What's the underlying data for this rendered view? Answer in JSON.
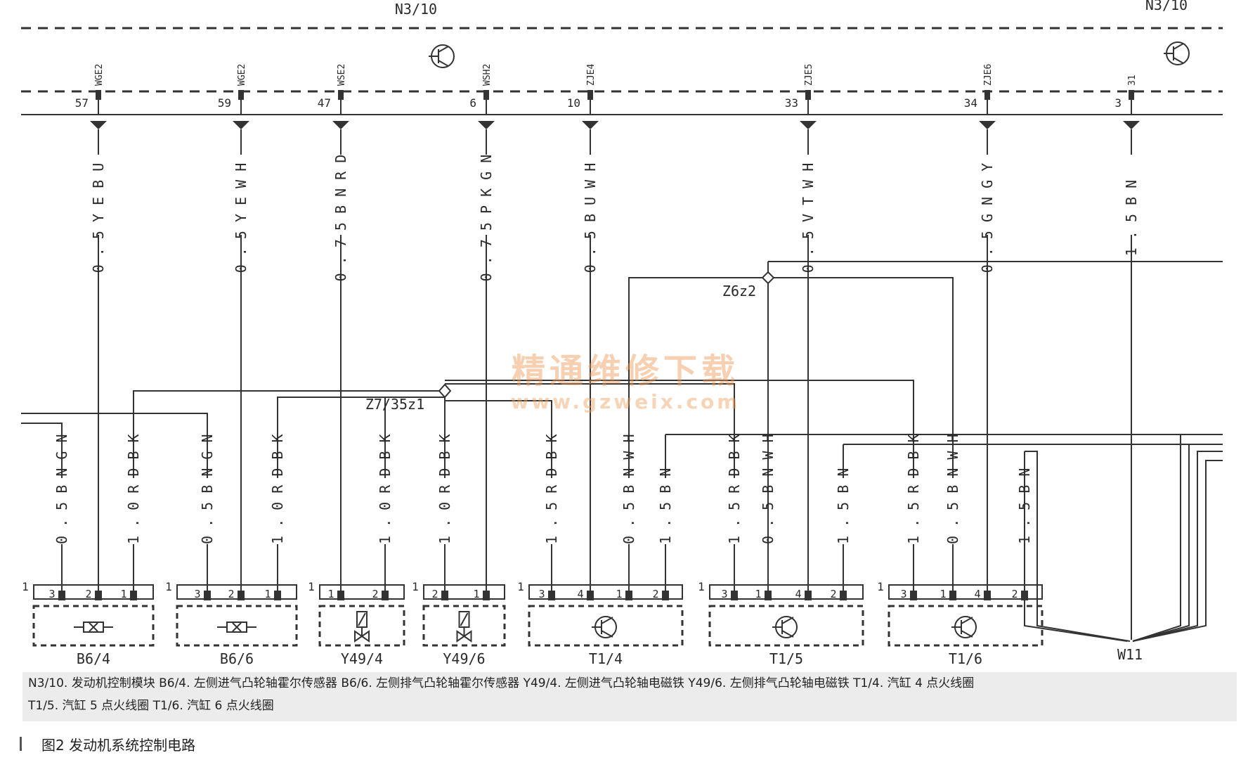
{
  "header": {
    "module_left": "N3/10",
    "module_right": "N3/10"
  },
  "pins": [
    {
      "num": "57",
      "code": "WGE2"
    },
    {
      "num": "59",
      "code": "WGE2"
    },
    {
      "num": "47",
      "code": "WSE2"
    },
    {
      "num": "6",
      "code": "WSH2"
    },
    {
      "num": "10",
      "code": "ZJE4"
    },
    {
      "num": "33",
      "code": "ZJE5"
    },
    {
      "num": "34",
      "code": "ZJE6"
    },
    {
      "num": "3",
      "code": "31"
    }
  ],
  "top_wires": [
    "0.5YEBU",
    "0.5YEWH",
    "0.75BNRD",
    "0.75PKGN",
    "0.5BUWH",
    "0.5VTWH",
    "0.5GNGY",
    "1.5BN"
  ],
  "splices": {
    "z6": "Z6z2",
    "z7": "Z7/35z1"
  },
  "bottom_wires": [
    "0.5BNGN",
    "1.0RDBK",
    "0.5BNGN",
    "1.0RDBK",
    "1.0RDBK",
    "1.0RDBK",
    "1.5RDBK",
    "0.5BNWH",
    "1.5BN",
    "1.5RDBK",
    "0.5BNWH",
    "1.5BN",
    "1.5RDBK",
    "0.5BNWH",
    "1.5BN"
  ],
  "components": [
    {
      "label": "B6/4",
      "pin1": "1",
      "pins": [
        "3",
        "2",
        "1"
      ]
    },
    {
      "label": "B6/6",
      "pin1": "1",
      "pins": [
        "3",
        "2",
        "1"
      ]
    },
    {
      "label": "Y49/4",
      "pin1": "1",
      "pins": [
        "1",
        "2"
      ]
    },
    {
      "label": "Y49/6",
      "pin1": "1",
      "pins": [
        "2",
        "1"
      ]
    },
    {
      "label": "T1/4",
      "pin1": "1",
      "pins": [
        "3",
        "4",
        "1",
        "2"
      ]
    },
    {
      "label": "T1/5",
      "pin1": "1",
      "pins": [
        "3",
        "1",
        "4",
        "2"
      ]
    },
    {
      "label": "T1/6",
      "pin1": "1",
      "pins": [
        "3",
        "1",
        "4",
        "2"
      ]
    }
  ],
  "ground": "W11",
  "legend": {
    "line1": "N3/10. 发动机控制模块  B6/4. 左侧进气凸轮轴霍尔传感器  B6/6. 左侧排气凸轮轴霍尔传感器  Y49/4. 左侧进气凸轮轴电磁铁  Y49/6. 左侧排气凸轮轴电磁铁  T1/4. 汽缸 4 点火线圈",
    "line2": "T1/5. 汽缸 5 点火线圈  T1/6. 汽缸 6 点火线圈"
  },
  "caption": "图2 发动机系统控制电路",
  "watermark": {
    "line1": "精通维修下载",
    "line2": "www.gzweix.com"
  }
}
